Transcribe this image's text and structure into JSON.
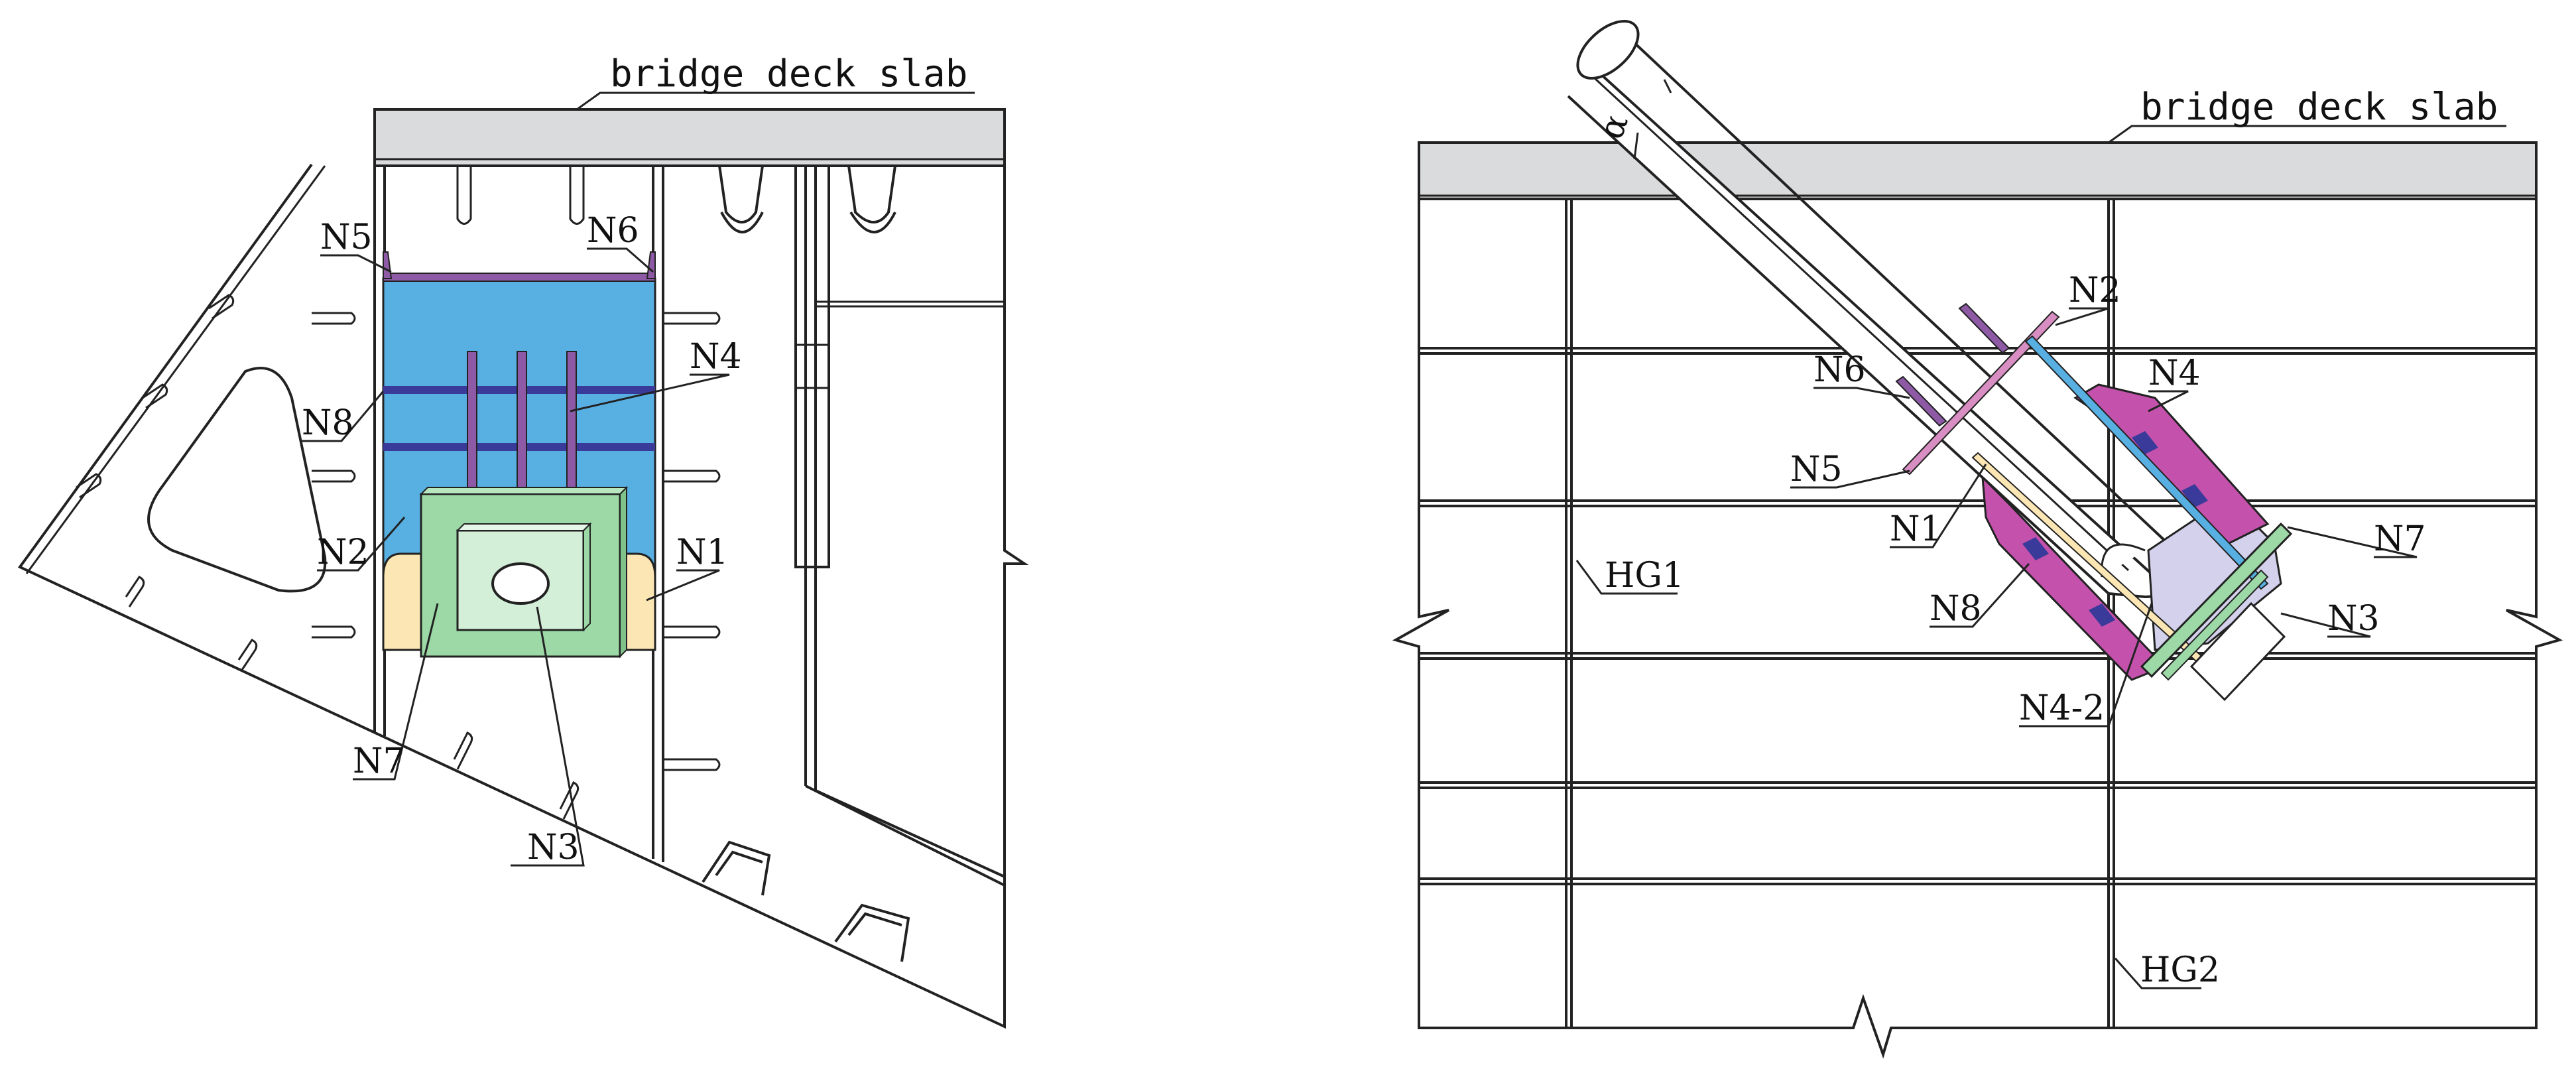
{
  "colors": {
    "deck": "#dadbdc",
    "blue_plate": "#58b0e2",
    "green_plate": "#9cd9a6",
    "green_inner": "#d4efd8",
    "cream": "#fbe6b4",
    "purple_rod": "#8e5aa6",
    "magenta": "#c452ad",
    "lavender": "#d3d1ec",
    "pink": "#d88ec2",
    "dark_blue_band": "#3a3a9a",
    "line": "#222222"
  },
  "left_view": {
    "deck_label": "bridge deck slab",
    "labels": {
      "n1": "N1",
      "n2": "N2",
      "n3": "N3",
      "n4": "N4",
      "n5": "N5",
      "n6": "N6",
      "n7": "N7",
      "n8": "N8"
    }
  },
  "right_view": {
    "deck_label": "bridge deck slab",
    "alpha": "α",
    "labels": {
      "n1": "N1",
      "n2": "N2",
      "n3": "N3",
      "n4": "N4",
      "n4_2": "N4-2",
      "n5": "N5",
      "n6": "N6",
      "n7": "N7",
      "n8": "N8",
      "hg1": "HG1",
      "hg2": "HG2"
    }
  }
}
